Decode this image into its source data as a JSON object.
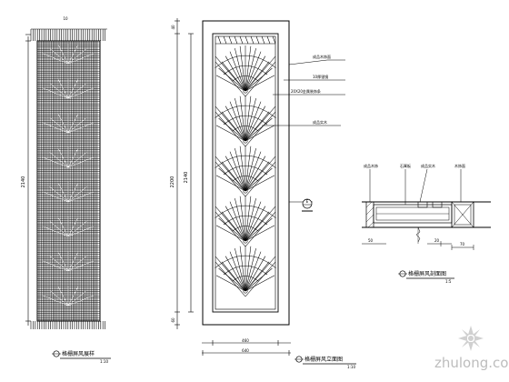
{
  "drawing": {
    "left_panel": {
      "top_dimension": "10",
      "height_dimension": "2140",
      "caption": "格栅屏风展样",
      "scale": "1:10"
    },
    "middle_panel": {
      "dim_top": "40",
      "dim_height_outer": "2200",
      "dim_height_inner": "2140",
      "dim_bottom": "60",
      "dim_width_inner": "460",
      "dim_width_outer": "640",
      "callouts": [
        "成品木饰面",
        "10厚银镜",
        "20X20金属装饰条",
        "成品实木"
      ],
      "section_marker": "E",
      "caption": "格栅屏风立面图",
      "scale": "1:10"
    },
    "section": {
      "labels": [
        "成品木饰",
        "石膏板",
        "成品实木",
        "木饰面"
      ],
      "dims": [
        "50",
        "20",
        "70"
      ],
      "caption": "格栅屏风剖面图",
      "scale": "1:5"
    },
    "watermark": {
      "text": "zhulong.com"
    }
  }
}
